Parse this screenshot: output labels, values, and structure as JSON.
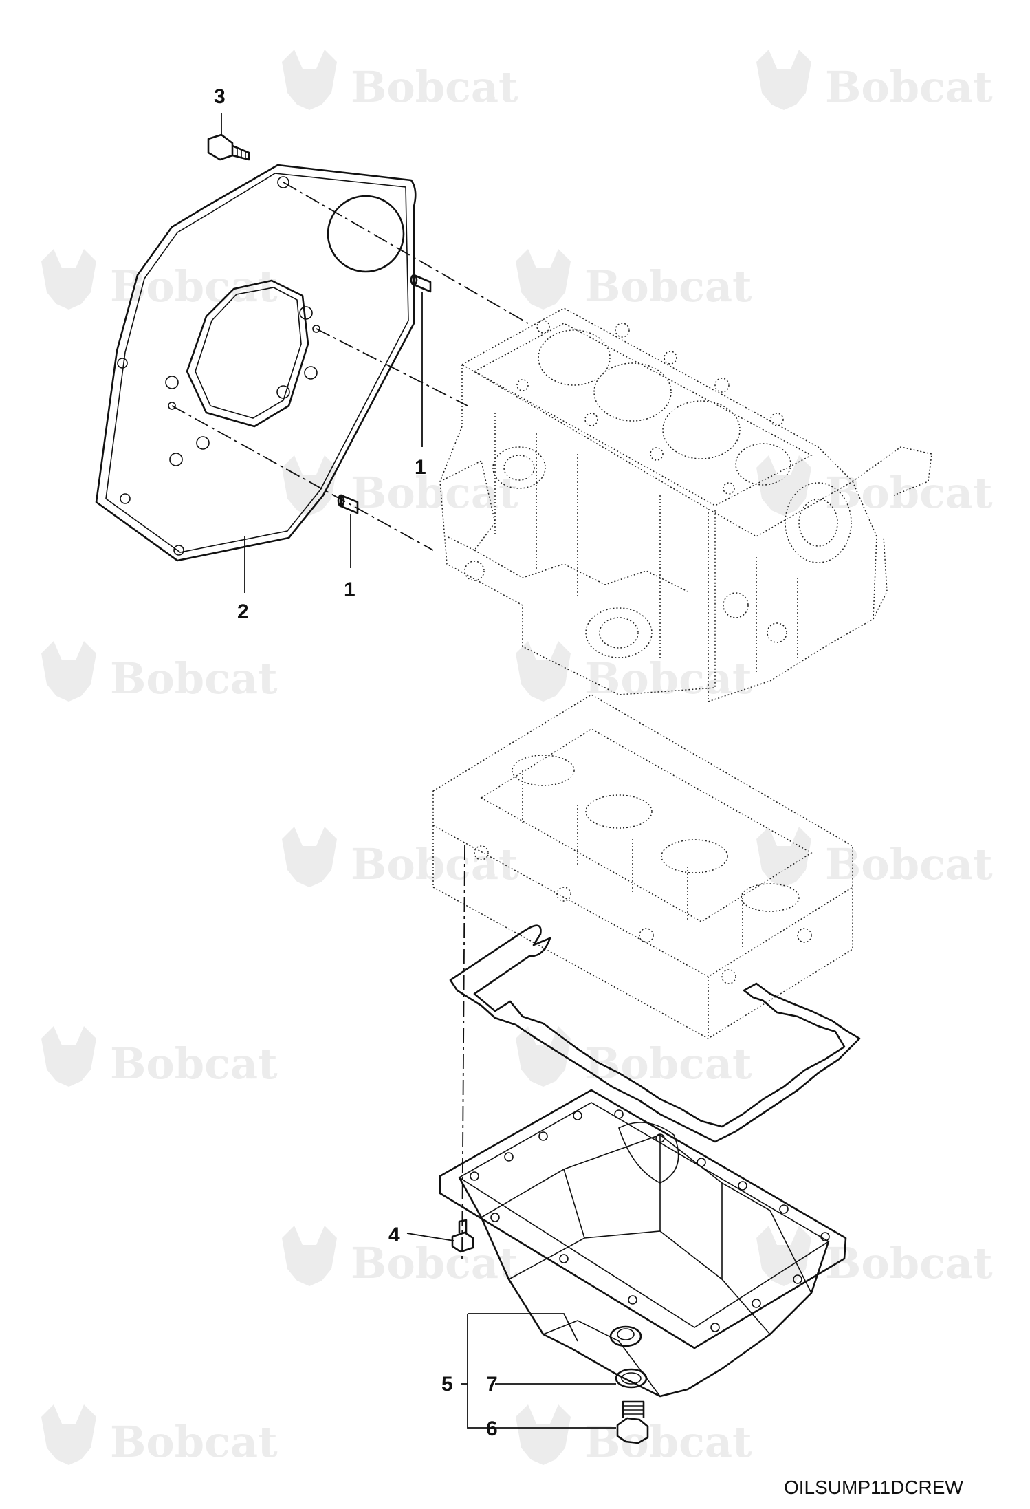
{
  "drawing": {
    "code": "OILSUMP11DCREW",
    "watermark_text": "Bobcat",
    "watermark_mark": "®"
  },
  "callouts": [
    {
      "id": "1a",
      "label": "1"
    },
    {
      "id": "1b",
      "label": "1"
    },
    {
      "id": "2",
      "label": "2"
    },
    {
      "id": "3",
      "label": "3"
    },
    {
      "id": "4",
      "label": "4"
    },
    {
      "id": "5",
      "label": "5"
    },
    {
      "id": "6",
      "label": "6"
    },
    {
      "id": "7",
      "label": "7"
    }
  ]
}
